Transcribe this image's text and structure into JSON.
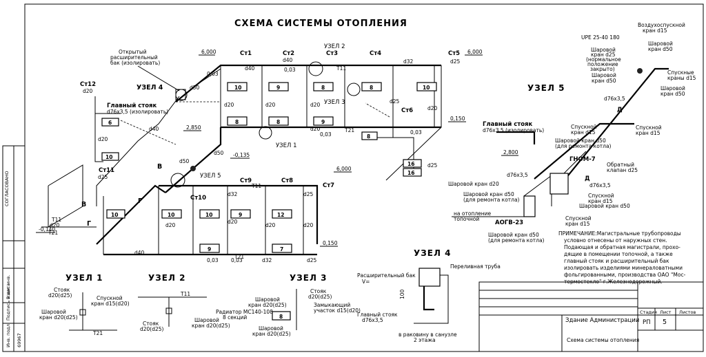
{
  "title": "СХЕМА СИСТЕМЫ ОТОПЛЕНИЯ",
  "risers": [
    "Ст1",
    "Ст2",
    "Ст3",
    "Ст4",
    "Ст5",
    "Ст6",
    "Ст7",
    "Ст8",
    "Ст9",
    "Ст10",
    "Ст11",
    "Ст12"
  ],
  "labels": {
    "uzel1": "УЗЕЛ 1",
    "uzel2": "УЗЕЛ 2",
    "uzel3": "УЗЕЛ 3",
    "uzel4": "УЗЕЛ 4",
    "uzel5": "УЗЕЛ 5",
    "uzel1_ref": "УЗЕЛ 1",
    "uzel2_ref": "УЗЕЛ 2",
    "uzel3_ref": "УЗЕЛ 3",
    "uzel4_ref": "УЗЕЛ 4",
    "uzel5_ref": "УЗЕЛ 5",
    "open_tank": "Открытый",
    "open_tank2": "расширительный",
    "open_tank3": "бак (изолировать)",
    "main_riser": "Главный стояк",
    "main_riser_dim": "d76x3,5 (изолировать)",
    "main_riser5": "Главный стояк",
    "main_riser5_dim": "d76x3,5 (изолировать)",
    "elev_6000a": "6,000",
    "elev_6000b": "6,000",
    "elev_6000c": "6,000",
    "elev_2850": "2,850",
    "elev_0150a": "0,150",
    "elev_0150b": "0,150",
    "elev_m0135": "-0,135",
    "elev_m0140": "-0,140",
    "elev_2800": "2,800",
    "slope1": "0,03",
    "slope2": "0,03",
    "slope3": "0,03",
    "slope4": "0,03",
    "slope5": "0,03",
    "slope6": "0,03",
    "t11": "T11",
    "t21": "T21",
    "v_uwe": "UPE 25-40 180",
    "v_air": "Воздухоспускной",
    "v_air2": "кран d15",
    "v_ball1": "Шаровой",
    "v_ball1b": "кран d25",
    "v_ball1c": "(нормальное",
    "v_ball1d": "положение",
    "v_ball1e": "закрыто)",
    "v_ball2": "Шаровой",
    "v_ball2b": "кран d50",
    "v_ball3": "Шаровой",
    "v_ball3b": "кран d50",
    "v_sp1": "Спускные",
    "v_sp1b": "краны d15",
    "v_sp2": "Спускной",
    "v_sp2b": "кран d15",
    "v_sp3": "Спускной",
    "v_sp3b": "кран d15",
    "v_ball4": "Шаровой кран d50",
    "v_ball4b": "(для ремонта котла)",
    "gnom": "ГНОМ-7",
    "check_valve": "Обратный",
    "check_valve2": "клапан d25",
    "d76_5": "d76x3,5",
    "d76_5b": "d76x3,5",
    "d76_5c": "d76x3,5",
    "ball_d20": "Шаровой кран d20",
    "ball_d50_r": "Шаровой кран d50",
    "ball_d50_rb": "(для ремонта котла)",
    "heat_tolp": "на отопление",
    "heat_tolp2": "топочной",
    "aogv": "АОГВ-23",
    "v_sp4": "Спускной",
    "v_sp4b": "кран d15",
    "ball_d50_r2": "Шаровой кран d50",
    "ball_d50_r3": "Шаровой кран d50",
    "ball_d50_r3b": "(для ремонта котла)",
    "u1_stoyak": "Стояк",
    "u1_stoyak_d": "d20(d25)",
    "u1_spusk": "Спускной",
    "u1_spusk_d": "кран d15(d20)",
    "u1_ball": "Шаровой",
    "u1_ball_d": "кран d20(d25)",
    "u2_stoyak": "Стояк",
    "u2_stoyak_d": "d20(d25)",
    "u2_ball": "Шаровой",
    "u2_ball_d": "кран d20(d25)",
    "u3_stoyak": "Стояк",
    "u3_stoyak_d": "d20(d25)",
    "u3_ball1": "Шаровой",
    "u3_ball1_d": "кран d20(d25)",
    "u3_radiator": "Радиатор МС140-108",
    "u3_radiator2": "8 секций",
    "u3_zamyk": "Замыкающий",
    "u3_zamyk2": "участок d15(d20)",
    "u3_ball2": "Шаровой",
    "u3_ball2_d": "кран d20(d25)",
    "u4_overflow": "Переливная труба",
    "u4_tank": "Расширительный бак",
    "u4_tank2": "V=",
    "u4_main": "Главный стояк",
    "u4_main2": "d76x3,5",
    "u4_drain": "в раковину в санузле",
    "u4_drain2": "2 этажа",
    "u4_100": "100"
  },
  "pipe_dims": [
    "d40",
    "d20",
    "d25",
    "d32",
    "d50",
    "d15"
  ],
  "radiator_sections": [
    "10",
    "8",
    "9",
    "8",
    "8",
    "9",
    "8",
    "8",
    "10",
    "9",
    "12",
    "7",
    "6",
    "10",
    "16",
    "16",
    "10",
    "10",
    "10",
    "9"
  ],
  "note": {
    "p1": "ПРИМЕЧАНИЕ:Магистральные трубопроводы",
    "p2": "условно отнесены от наружных стен.",
    "p3": "Подающая и обратная магистрали, прохо-",
    "p4": "дящие в помещении топочной, а также",
    "p5": "главный стояк и расширительный бак",
    "p6": "изолировать изделиями минераловатными",
    "p7": "фольгированными, производства ОАО \"Мос-",
    "p8": "термостекло\" г.Железнодорожный."
  },
  "title_block": {
    "building": "Здание Администрации",
    "scheme": "Схема системы отопления",
    "stage_h": "Стадия",
    "sheet_h": "Лист",
    "sheets_h": "Листов",
    "stage": "РП",
    "sheet": "5"
  },
  "side_stamp": {
    "agreed": "СОГЛАСОВАНО",
    "inv": "Инв. подл.",
    "sign": "Подпись и дата",
    "inv_num": "69967",
    "vzam": "Взам. инв."
  }
}
